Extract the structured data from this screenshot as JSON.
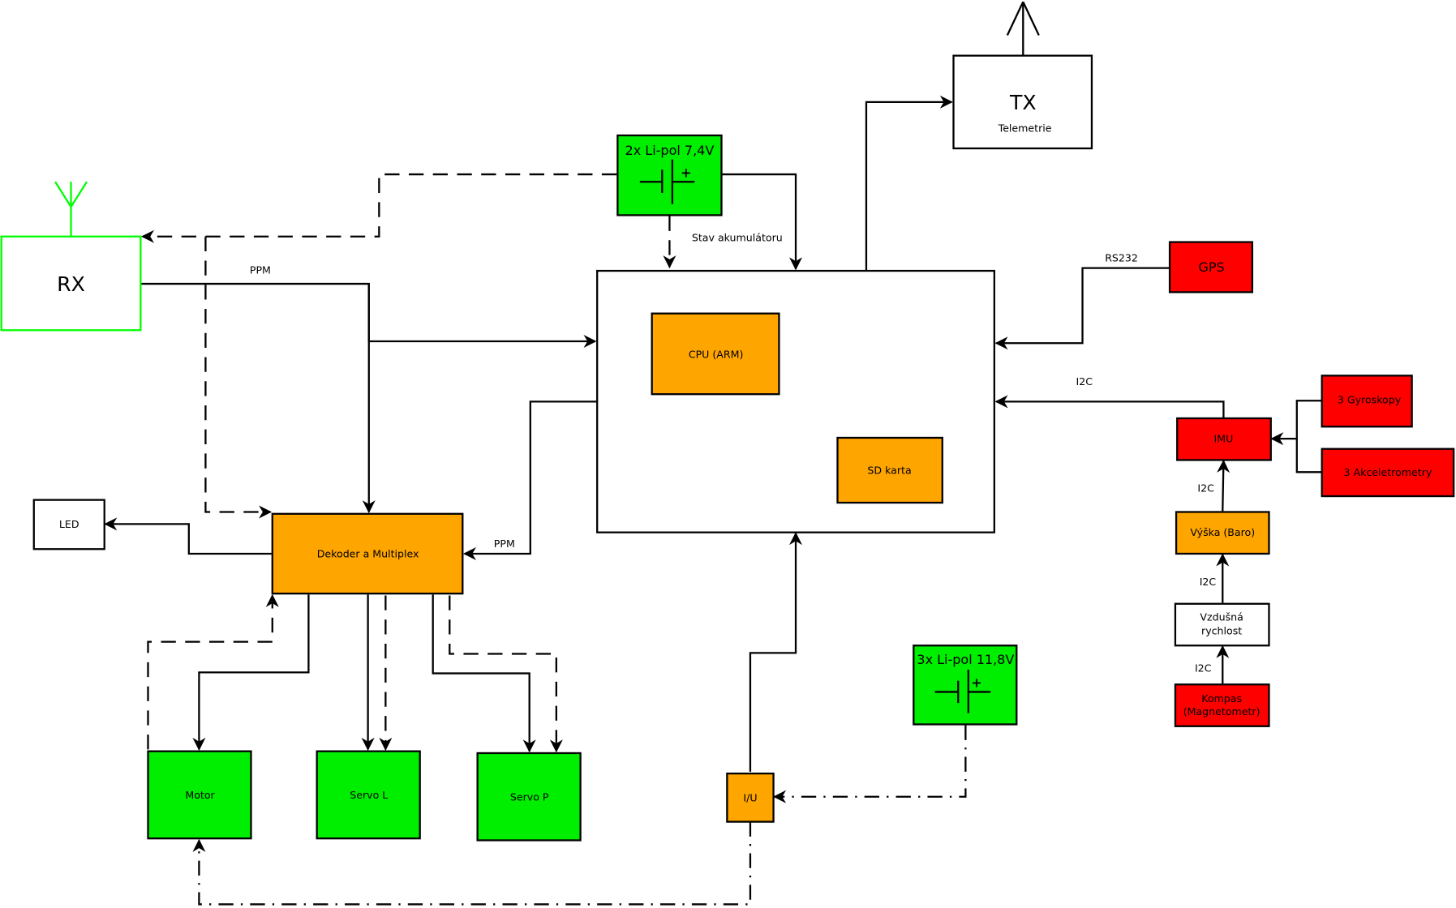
{
  "colors": {
    "green": "#00ee00",
    "orange": "#ffa500",
    "red": "#ff0000",
    "white": "#ffffff",
    "rx_outline": "#00ff00"
  },
  "blocks": {
    "rx": {
      "label": "RX"
    },
    "tx": {
      "label": "TX",
      "sublabel": "Telemetrie"
    },
    "battery_main": {
      "label": "2x Li-pol 7,4V"
    },
    "battery_motor": {
      "label": "3x Li-pol 11,8V"
    },
    "cpu": {
      "label": "CPU (ARM)"
    },
    "sd": {
      "label": "SD karta"
    },
    "gps": {
      "label": "GPS"
    },
    "imu": {
      "label": "IMU"
    },
    "gyro": {
      "label": "3 Gyroskopy"
    },
    "accel": {
      "label": "3 Akceletrometry"
    },
    "baro": {
      "label": "Výška (Baro)"
    },
    "airspeed": {
      "label_line1": "Vzdušná",
      "label_line2": "rychlost"
    },
    "compass": {
      "label_line1": "Kompas",
      "label_line2": "(Magnetometr)"
    },
    "led": {
      "label": "LED"
    },
    "decoder": {
      "label": "Dekoder a Multiplex"
    },
    "motor": {
      "label": "Motor"
    },
    "servo_l": {
      "label": "Servo L"
    },
    "servo_p": {
      "label": "Servo P"
    },
    "iu": {
      "label": "I/U"
    }
  },
  "edge_labels": {
    "ppm_rx": "PPM",
    "ppm_decoder": "PPM",
    "battery_state": "Stav akumulátoru",
    "rs232": "RS232",
    "i2c_imu": "I2C",
    "i2c_baro_imu": "I2C",
    "i2c_air_baro": "I2C",
    "i2c_compass_air": "I2C"
  }
}
